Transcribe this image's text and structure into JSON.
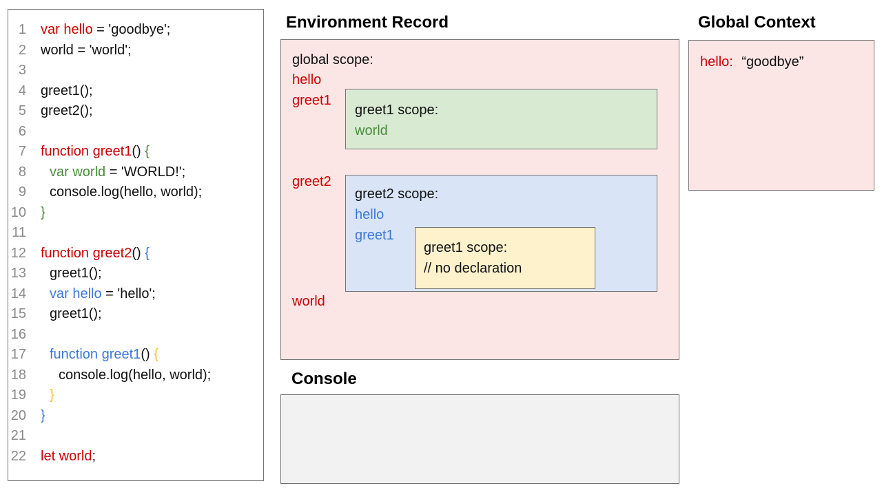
{
  "colors": {
    "ink": "#111111",
    "red": "#cc0000",
    "green": "#4a8c3c",
    "blue": "#3c78d8",
    "gold": "#f1c232",
    "num": "#8a8a8a",
    "border": "#757575",
    "pink_bg": "#fbe5e5",
    "green_bg": "#d9ead3",
    "blue_bg": "#d9e5f6",
    "yellow_bg": "#fdf2cc",
    "console_bg": "#f2f2f2"
  },
  "code_panel": {
    "lines": [
      {
        "n": "1",
        "indent": 0,
        "segments": [
          {
            "t": "var hello",
            "c": "red"
          },
          {
            "t": " = 'goodbye';",
            "c": "ink"
          }
        ]
      },
      {
        "n": "2",
        "indent": 0,
        "segments": [
          {
            "t": "world = 'world';",
            "c": "ink"
          }
        ]
      },
      {
        "n": "3",
        "indent": 0,
        "segments": []
      },
      {
        "n": "4",
        "indent": 0,
        "segments": [
          {
            "t": "greet1();",
            "c": "ink"
          }
        ]
      },
      {
        "n": "5",
        "indent": 0,
        "segments": [
          {
            "t": "greet2();",
            "c": "ink"
          }
        ]
      },
      {
        "n": "6",
        "indent": 0,
        "segments": []
      },
      {
        "n": "7",
        "indent": 0,
        "segments": [
          {
            "t": "function greet1",
            "c": "red"
          },
          {
            "t": "() ",
            "c": "ink"
          },
          {
            "t": "{",
            "c": "green"
          }
        ]
      },
      {
        "n": "8",
        "indent": 1,
        "segments": [
          {
            "t": "var world",
            "c": "green"
          },
          {
            "t": " = 'WORLD!';",
            "c": "ink"
          }
        ]
      },
      {
        "n": "9",
        "indent": 1,
        "segments": [
          {
            "t": "console.log(hello, world);",
            "c": "ink"
          }
        ]
      },
      {
        "n": "10",
        "indent": 0,
        "segments": [
          {
            "t": "}",
            "c": "green"
          }
        ]
      },
      {
        "n": "11",
        "indent": 0,
        "segments": []
      },
      {
        "n": "12",
        "indent": 0,
        "segments": [
          {
            "t": "function greet2",
            "c": "red"
          },
          {
            "t": "() ",
            "c": "ink"
          },
          {
            "t": "{",
            "c": "blue"
          }
        ]
      },
      {
        "n": "13",
        "indent": 1,
        "segments": [
          {
            "t": "greet1();",
            "c": "ink"
          }
        ]
      },
      {
        "n": "14",
        "indent": 1,
        "segments": [
          {
            "t": "var hello",
            "c": "blue"
          },
          {
            "t": " = 'hello';",
            "c": "ink"
          }
        ]
      },
      {
        "n": "15",
        "indent": 1,
        "segments": [
          {
            "t": "greet1();",
            "c": "ink"
          }
        ]
      },
      {
        "n": "16",
        "indent": 0,
        "segments": []
      },
      {
        "n": "17",
        "indent": 1,
        "segments": [
          {
            "t": "function greet1",
            "c": "blue"
          },
          {
            "t": "() ",
            "c": "ink"
          },
          {
            "t": "{",
            "c": "gold"
          }
        ]
      },
      {
        "n": "18",
        "indent": 2,
        "segments": [
          {
            "t": "console.log(hello, world);",
            "c": "ink"
          }
        ]
      },
      {
        "n": "19",
        "indent": 1,
        "segments": [
          {
            "t": "}",
            "c": "gold"
          }
        ]
      },
      {
        "n": "20",
        "indent": 0,
        "segments": [
          {
            "t": "}",
            "c": "blue"
          }
        ]
      },
      {
        "n": "21",
        "indent": 0,
        "segments": []
      },
      {
        "n": "22",
        "indent": 0,
        "segments": [
          {
            "t": "let world",
            "c": "red"
          },
          {
            "t": ";",
            "c": "ink"
          }
        ]
      }
    ]
  },
  "environment_record": {
    "title": "Environment Record",
    "global_scope": {
      "label": "global scope:",
      "var_hello": "hello",
      "var_greet1": "greet1",
      "var_greet2": "greet2",
      "var_world": "world"
    },
    "greet1_scope": {
      "label": "greet1 scope:",
      "var_world": "world"
    },
    "greet2_scope": {
      "label": "greet2 scope:",
      "var_hello": "hello",
      "var_greet1": "greet1"
    },
    "nested_greet1_scope": {
      "label": "greet1 scope:",
      "comment": "// no declaration"
    }
  },
  "global_context": {
    "title": "Global Context",
    "entry_key": "hello:",
    "entry_value": "“goodbye”"
  },
  "console": {
    "title": "Console"
  }
}
